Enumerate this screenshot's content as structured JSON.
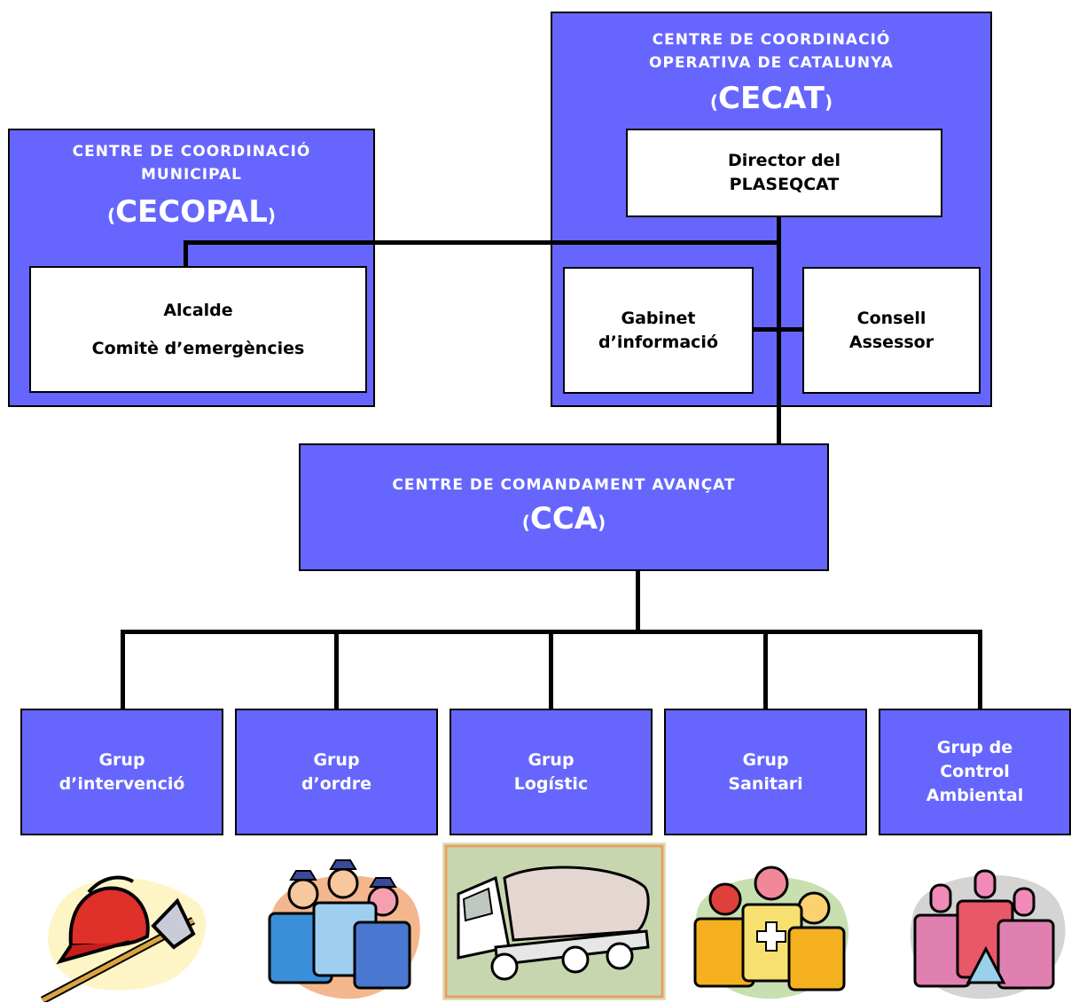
{
  "cecopal": {
    "title_lines": [
      "CENTRE DE COORDINACIÓ",
      "MUNICIPAL"
    ],
    "acronym": "CECOPAL",
    "inner_lines": [
      "Alcalde",
      "Comitè d’emergències"
    ]
  },
  "cecat": {
    "title_lines": [
      "CENTRE DE COORDINACIÓ",
      "OPERATIVA DE CATALUNYA"
    ],
    "acronym": "CECAT",
    "director_lines": [
      "Director del",
      "PLASEQCAT"
    ],
    "gabinet_lines": [
      "Gabinet",
      "d’informació"
    ],
    "consell_lines": [
      "Consell",
      "Assessor"
    ]
  },
  "cca": {
    "title": "CENTRE DE COMANDAMENT AVANÇAT",
    "acronym": "CCA"
  },
  "groups": [
    {
      "lines": [
        "Grup",
        "d’intervenció"
      ],
      "icon": "helmet-axe-icon"
    },
    {
      "lines": [
        "Grup",
        "d’ordre"
      ],
      "icon": "police-group-icon"
    },
    {
      "lines": [
        "Grup",
        "Logístic"
      ],
      "icon": "tanker-truck-icon"
    },
    {
      "lines": [
        "Grup",
        "Sanitari"
      ],
      "icon": "medical-team-icon"
    },
    {
      "lines": [
        "Grup de",
        "Control",
        "Ambiental"
      ],
      "icon": "environmental-team-icon"
    }
  ],
  "colors": {
    "box_fill": "#6666ff",
    "line": "#000000"
  }
}
